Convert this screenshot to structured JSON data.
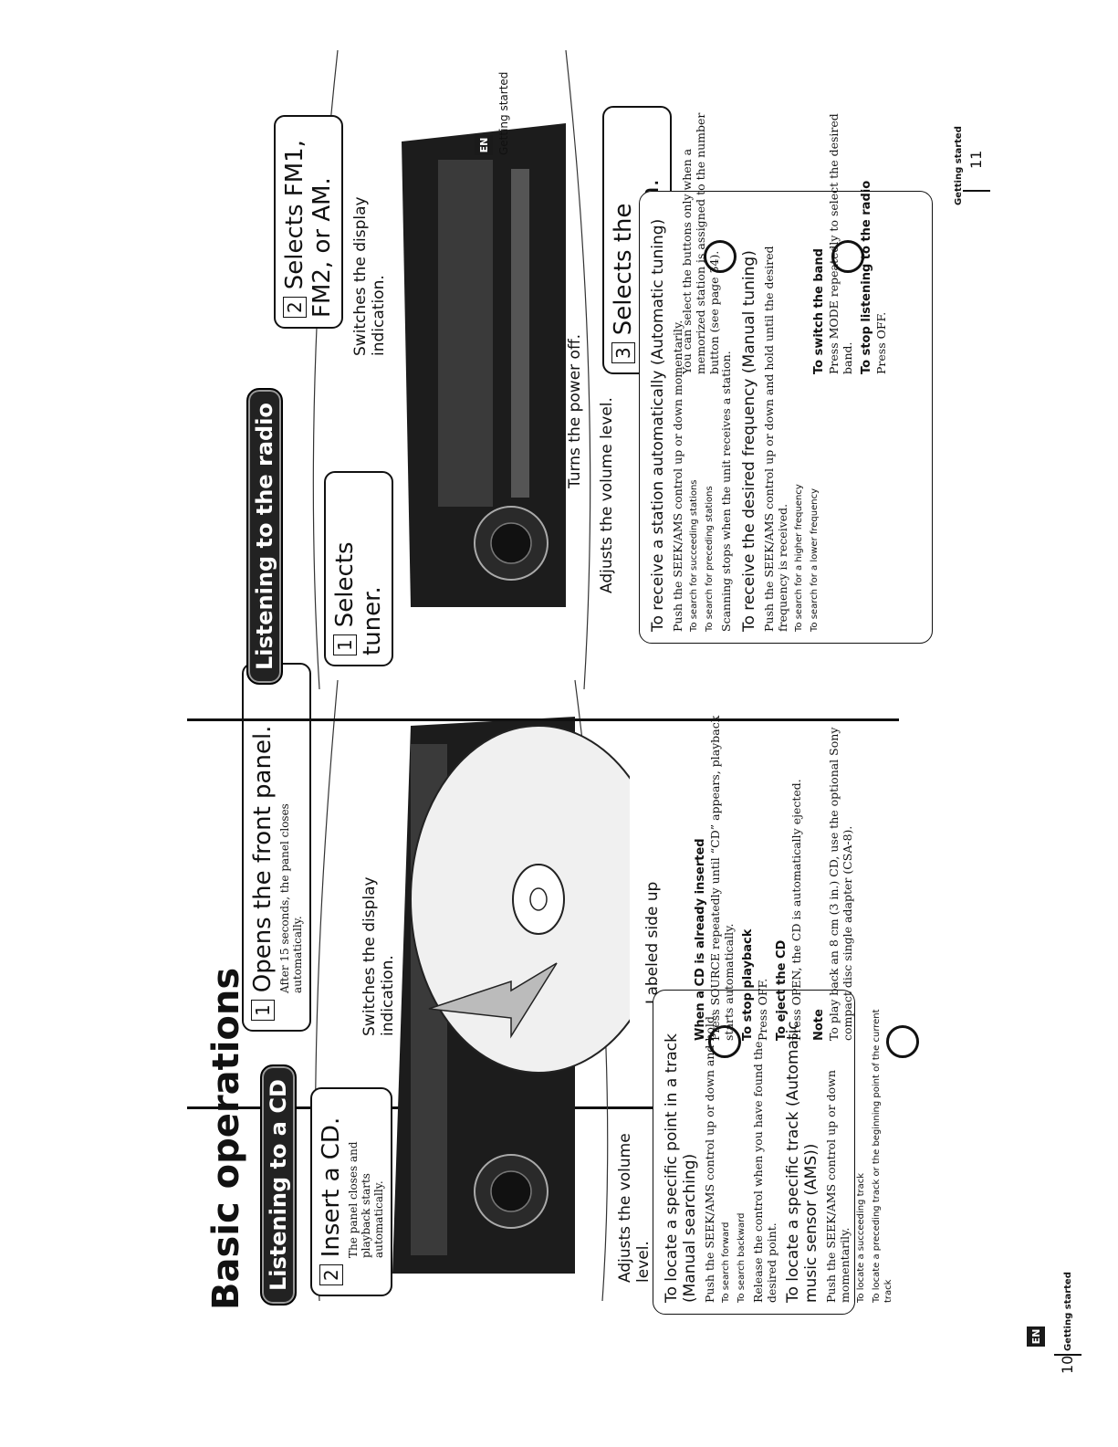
{
  "left_page": {
    "title": "Basic operations",
    "section": "Listening to a CD",
    "tab": "EN",
    "callout_insert": {
      "num": "2",
      "heading": "Insert a CD.",
      "text": "The panel closes and playback starts automatically."
    },
    "callout_open": {
      "num": "1",
      "heading": "Opens the front panel.",
      "text": "After 15 seconds, the panel closes automatically."
    },
    "label_display": "Switches the display indication.",
    "label_volume": "Adjusts the volume level.",
    "label_labeled": "Labeled side up",
    "panel_manual": {
      "heading": "To locate a specific point in a track (Manual searching)",
      "text": "Push the SEEK/AMS control up or down and hold.",
      "forward": "To search forward",
      "backward": "To search backward",
      "release": "Release the control when you have found the desired point."
    },
    "panel_ams": {
      "heading": "To locate a specific track (Automatic music sensor (AMS))",
      "text": "Push the SEEK/AMS control up or down momentarily.",
      "succeeding": "To locate a succeeding track",
      "preceding": "To locate a preceding track or the beginning point of the current track"
    },
    "cd_inserted": {
      "heading": "When a CD is already inserted",
      "text": "Press SOURCE repeatedly until “CD” appears, playback starts automatically."
    },
    "stop_playback": {
      "heading": "To stop playback",
      "text": "Press OFF."
    },
    "eject": {
      "heading": "To eject the CD",
      "text": "Press OPEN, the CD is automatically ejected."
    },
    "note": {
      "heading": "Note",
      "text": "To play back an 8 cm (3 in.) CD, use the optional Sony compact disc single adapter (CSA-8)."
    },
    "footer": "Getting started",
    "page_number": "10"
  },
  "right_page": {
    "section": "Listening to the radio",
    "tab": "EN",
    "tab_label": "Getting started",
    "callout_tuner": {
      "num": "1",
      "heading": "Selects tuner."
    },
    "callout_band": {
      "num": "2",
      "heading": "Selects FM1, FM2, or AM."
    },
    "callout_station": {
      "num": "3",
      "heading": "Selects the desired station."
    },
    "label_display": "Switches the display indication.",
    "label_power": "Turns the power off.",
    "label_volume": "Adjusts the volume level.",
    "panel_auto": {
      "heading": "To receive a station automatically (Automatic tuning)",
      "text": "Push the SEEK/AMS control up or down momentarily.",
      "succeeding": "To search for succeeding stations",
      "preceding": "To search for preceding stations",
      "scan": "Scanning stops when the unit receives a station."
    },
    "panel_manual": {
      "heading": "To receive the desired frequency (Manual tuning)",
      "text": "Push the SEEK/AMS control up or down and hold until the desired frequency is received.",
      "higher": "To search for a higher frequency",
      "lower": "To search for a lower frequency"
    },
    "memorized": "You can select the buttons only when a memorized station is assigned to the number button (see page 34).",
    "switch_band": {
      "heading": "To switch the band",
      "text": "Press MODE repeatedly to select the desired band."
    },
    "stop_radio": {
      "heading": "To stop listening to the radio",
      "text": "Press OFF."
    },
    "footer": "Getting started",
    "page_number": "11"
  }
}
